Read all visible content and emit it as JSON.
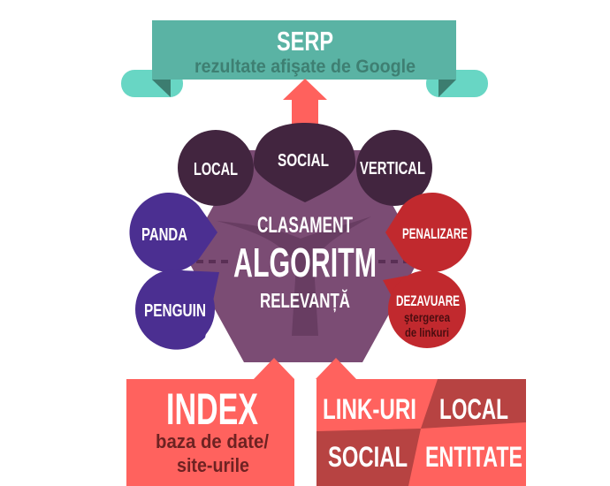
{
  "serp": {
    "title": "SERP",
    "subtitle": "rezultate afişate de Google"
  },
  "top_factors": {
    "local": "LOCAL",
    "social": "SOCIAL",
    "vertical": "VERTICAL"
  },
  "left_factors": {
    "panda": "PANDA",
    "penguin": "PENGUIN"
  },
  "right_factors": {
    "penalizare": "PENALIZARE",
    "dezavuare": "DEZAVUARE",
    "dezavuare_sub1": "ştergerea",
    "dezavuare_sub2": "de linkuri"
  },
  "center": {
    "top": "CLASAMENT",
    "main": "ALGORITM",
    "bottom": "RELEVANȚĂ"
  },
  "index": {
    "title": "INDEX",
    "line1": "baza de date/",
    "line2": "site-urile"
  },
  "signals": {
    "links": "LINK-URI",
    "local": "LOCAL",
    "social": "SOCIAL",
    "entity": "ENTITATE"
  },
  "colors": {
    "teal": "#5ab3a4",
    "teal_light": "#68d6c4",
    "purple": "#7b4c74",
    "dark": "#42253f",
    "indigo": "#4b2f91",
    "red": "#c1292e",
    "coral": "#ff625e",
    "brick": "#b74342"
  }
}
